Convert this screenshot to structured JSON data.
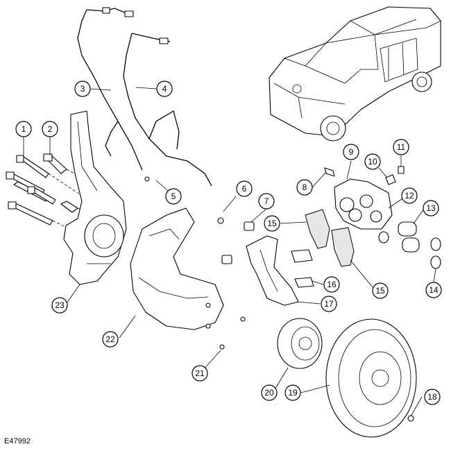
{
  "diagram_code": "E47992",
  "callouts": [
    "1",
    "2",
    "3",
    "4",
    "5",
    "6",
    "7",
    "8",
    "9",
    "10",
    "11",
    "12",
    "13",
    "14",
    "15",
    "15",
    "16",
    "17",
    "18",
    "19",
    "20",
    "21",
    "22",
    "23"
  ]
}
